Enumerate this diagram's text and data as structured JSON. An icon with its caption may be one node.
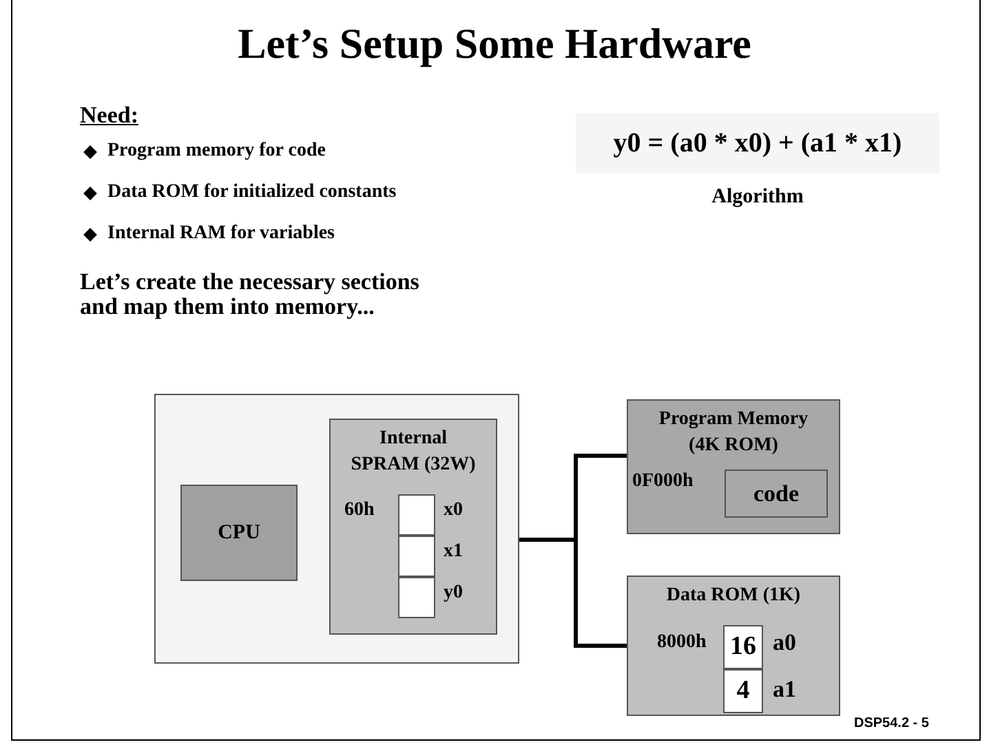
{
  "diagram": {
    "title": "Let’s Setup Some Hardware",
    "nodes": [
      {
        "text": [],
        "shape": "box"
      },
      {
        "text": [
          "CPU"
        ],
        "in": 0
      },
      {
        "text": [
          "Internal SPRAM (32W)"
        ],
        "in": 0
      },
      {
        "text": [],
        "shape": "box",
        "in": 2,
        "beside": [
          "60h",
          "x0"
        ]
      },
      {
        "text": [],
        "shape": "box",
        "in": 2,
        "beside": [
          "x1"
        ]
      },
      {
        "text": [],
        "shape": "box",
        "in": 2,
        "beside": [
          "y0"
        ]
      },
      {
        "text": [
          "Program Memory (4K ROM)"
        ]
      },
      {
        "text": [
          "code"
        ],
        "in": 6,
        "beside": [
          "0F000h"
        ]
      },
      {
        "text": [
          "Data ROM (1K)"
        ]
      },
      {
        "text": [
          "16"
        ],
        "in": 8,
        "beside": [
          "8000h",
          "a0"
        ]
      },
      {
        "text": [
          "4"
        ],
        "in": 8,
        "beside": [
          "a1"
        ]
      }
    ],
    "edges": [
      {
        "from": 0,
        "to": 6,
        "arrow": "none"
      },
      {
        "from": 0,
        "to": 8,
        "arrow": "none"
      }
    ],
    "labels": [
      "Need:",
      "Program memory for code",
      "Data ROM for initialized constants",
      "Internal RAM for variables",
      "Let’s create the necessary sections and map them into memory...",
      "y0 = (a0 * x0) + (a1 * x1)",
      "Algorithm",
      "DSP54.2 - 5"
    ]
  }
}
